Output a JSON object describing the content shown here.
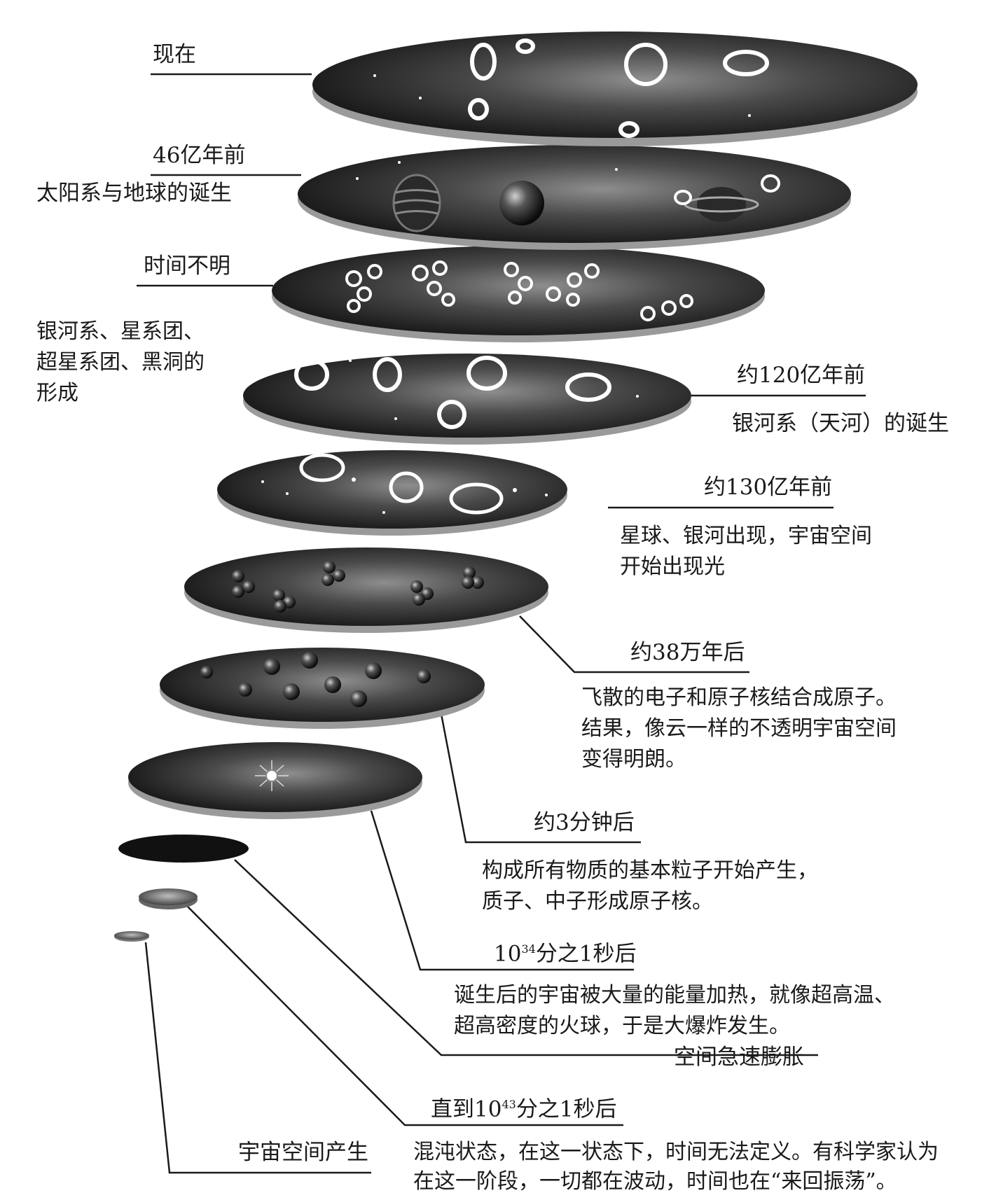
{
  "labels": {
    "now": "现在",
    "t46": "46亿年前",
    "t46_desc": "太阳系与地球的诞生",
    "unknown": "时间不明",
    "unknown_desc_1": "银河系、星系团、",
    "unknown_desc_2": "超星系团、黑洞的",
    "unknown_desc_3": "形成",
    "t120": "约120亿年前",
    "t120_desc": "银河系（天河）的诞生",
    "t130": "约130亿年前",
    "t130_desc_1": "星球、银河出现，宇宙空间",
    "t130_desc_2": "开始出现光",
    "t38": "约38万年后",
    "t38_desc_1": "飞散的电子和原子核结合成原子。",
    "t38_desc_2": "结果，像云一样的不透明宇宙空间",
    "t38_desc_3": "变得明朗。",
    "t3m": "约3分钟后",
    "t3m_desc_1": "构成所有物质的基本粒子开始产生，",
    "t3m_desc_2": "质子、中子形成原子核。",
    "t34_pre": "10",
    "t34_exp": "34",
    "t34_post": "分之1秒后",
    "t34_desc_1": "诞生后的宇宙被大量的能量加热，就像超高温、",
    "t34_desc_2": "超高密度的火球，于是大爆炸发生。",
    "inflation": "空间急速膨胀",
    "t43_pre": "直到10",
    "t43_exp": "43",
    "t43_post": "分之1秒后",
    "origin": "宇宙空间产生",
    "origin_desc_1": "混沌状态，在这一状态下，时间无法定义。有科学家认为",
    "origin_desc_2": "在这一阶段，一切都在波动，时间也在“来回振荡”。"
  }
}
